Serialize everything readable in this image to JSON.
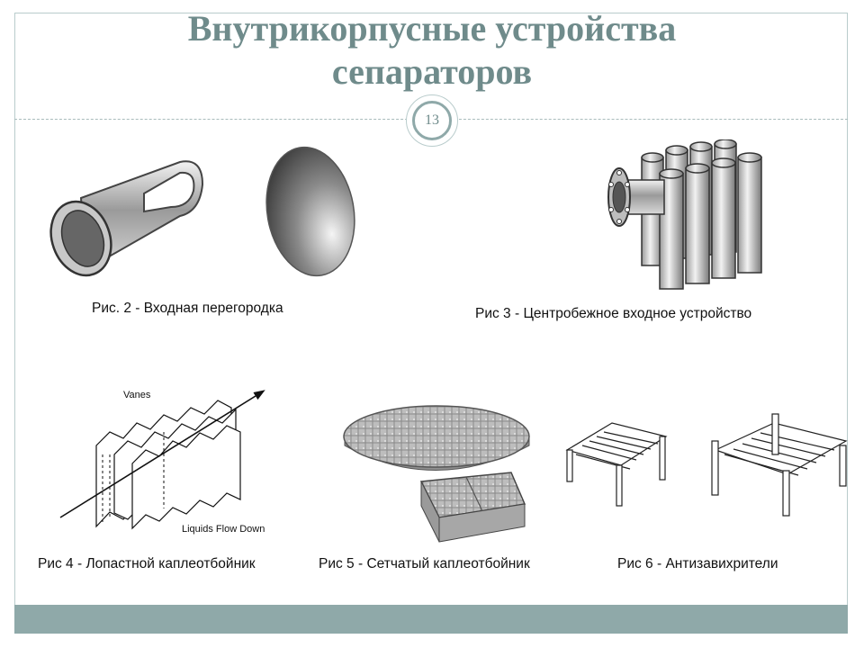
{
  "slide": {
    "title_line1": "Внутрикорпусные устройства",
    "title_line2": "сепараторов",
    "page_number": "13"
  },
  "figures": [
    {
      "caption": "Рис. 2 - Входная перегородка"
    },
    {
      "caption": "Рис 3 - Центробежное входное устройство"
    },
    {
      "caption": "Рис 4 - Лопастной каплеотбойник",
      "labels": {
        "vanes": "Vanes",
        "flow": "Liquids Flow Down"
      }
    },
    {
      "caption": "Рис 5 - Сетчатый каплеотбойник"
    },
    {
      "caption": "Рис 6 - Антизавихрители"
    }
  ],
  "colors": {
    "accent": "#8fa9a9",
    "title": "#6f8b8b",
    "border": "#b9cccc"
  }
}
